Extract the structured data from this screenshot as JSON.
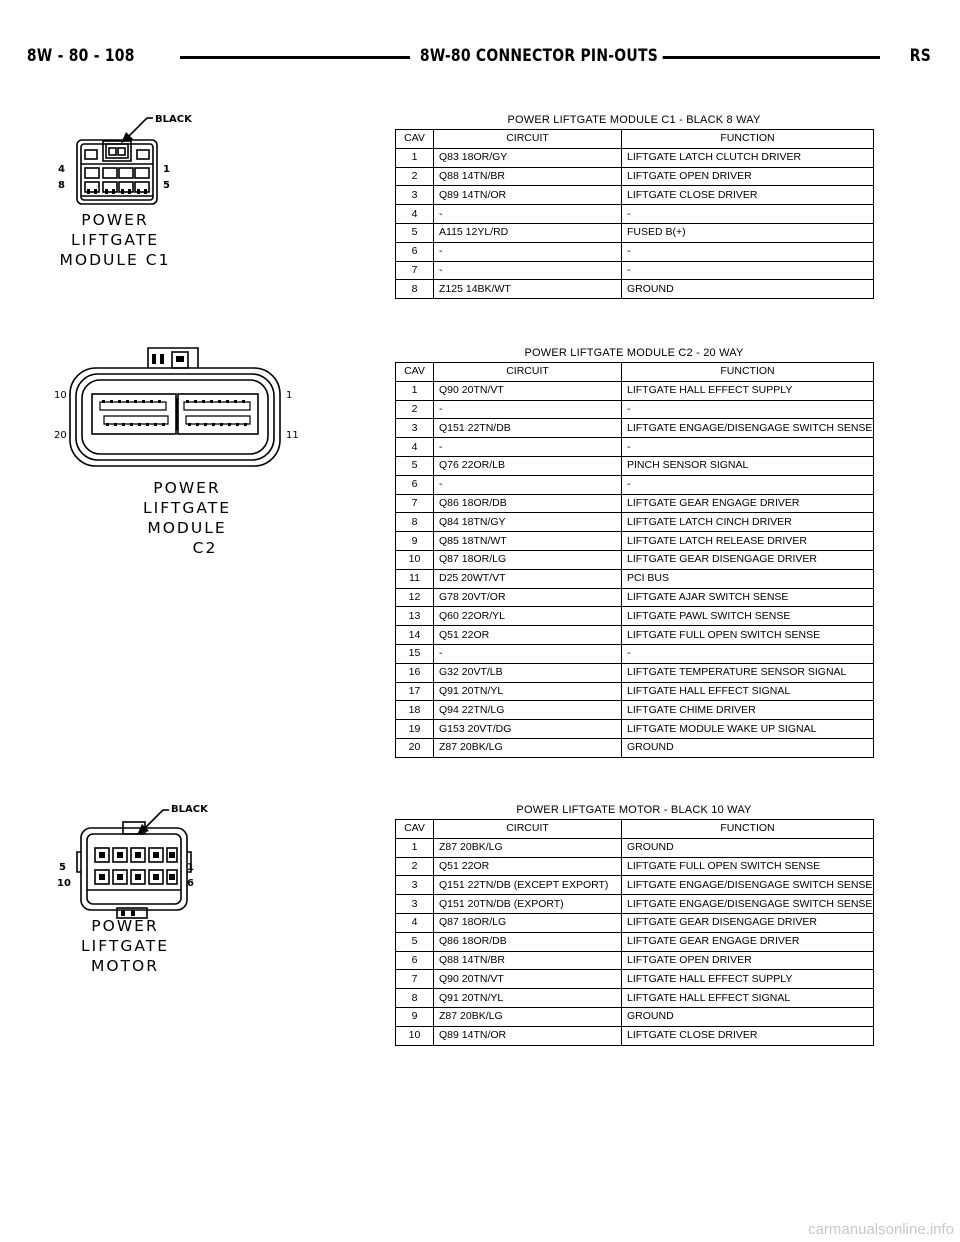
{
  "header": {
    "left": "8W - 80 - 108",
    "center": "8W-80 CONNECTOR PIN-OUTS",
    "right": "RS"
  },
  "connectors": {
    "c1": {
      "title": "POWER LIFTGATE MODULE C1 - BLACK 8 WAY",
      "label_lines": [
        "POWER",
        "LIFTGATE",
        "MODULE C1"
      ],
      "color_label": "BLACK",
      "pins": [
        "4",
        "1",
        "8",
        "5"
      ]
    },
    "c2": {
      "title": "POWER LIFTGATE MODULE C2 - 20 WAY",
      "label_lines": [
        "POWER",
        "LIFTGATE",
        "MODULE",
        "C2"
      ],
      "pins": [
        "10",
        "1",
        "20",
        "11"
      ]
    },
    "motor": {
      "title": "POWER LIFTGATE MOTOR - BLACK 10 WAY",
      "label_lines": [
        "POWER",
        "LIFTGATE",
        "MOTOR"
      ],
      "color_label": "BLACK",
      "pins": [
        "5",
        "1",
        "10",
        "6"
      ]
    }
  },
  "columns": [
    "CAV",
    "CIRCUIT",
    "FUNCTION"
  ],
  "tables": {
    "c1": [
      [
        "1",
        "Q83 18OR/GY",
        "LIFTGATE LATCH CLUTCH DRIVER"
      ],
      [
        "2",
        "Q88 14TN/BR",
        "LIFTGATE OPEN DRIVER"
      ],
      [
        "3",
        "Q89 14TN/OR",
        "LIFTGATE CLOSE DRIVER"
      ],
      [
        "4",
        "-",
        "-"
      ],
      [
        "5",
        "A115 12YL/RD",
        "FUSED B(+)"
      ],
      [
        "6",
        "-",
        "-"
      ],
      [
        "7",
        "-",
        "-"
      ],
      [
        "8",
        "Z125 14BK/WT",
        "GROUND"
      ]
    ],
    "c2": [
      [
        "1",
        "Q90 20TN/VT",
        "LIFTGATE HALL EFFECT SUPPLY"
      ],
      [
        "2",
        "-",
        "-"
      ],
      [
        "3",
        "Q151 22TN/DB",
        "LIFTGATE ENGAGE/DISENGAGE SWITCH SENSE"
      ],
      [
        "4",
        "-",
        "-"
      ],
      [
        "5",
        "Q76 22OR/LB",
        "PINCH SENSOR SIGNAL"
      ],
      [
        "6",
        "-",
        "-"
      ],
      [
        "7",
        "Q86 18OR/DB",
        "LIFTGATE GEAR ENGAGE DRIVER"
      ],
      [
        "8",
        "Q84 18TN/GY",
        "LIFTGATE LATCH CINCH DRIVER"
      ],
      [
        "9",
        "Q85 18TN/WT",
        "LIFTGATE LATCH RELEASE DRIVER"
      ],
      [
        "10",
        "Q87 18OR/LG",
        "LIFTGATE GEAR DISENGAGE DRIVER"
      ],
      [
        "11",
        "D25 20WT/VT",
        "PCI BUS"
      ],
      [
        "12",
        "G78 20VT/OR",
        "LIFTGATE AJAR SWITCH SENSE"
      ],
      [
        "13",
        "Q60 22OR/YL",
        "LIFTGATE PAWL SWITCH SENSE"
      ],
      [
        "14",
        "Q51 22OR",
        "LIFTGATE FULL OPEN SWITCH SENSE"
      ],
      [
        "15",
        "-",
        "-"
      ],
      [
        "16",
        "G32 20VT/LB",
        "LIFTGATE TEMPERATURE SENSOR SIGNAL"
      ],
      [
        "17",
        "Q91 20TN/YL",
        "LIFTGATE HALL EFFECT SIGNAL"
      ],
      [
        "18",
        "Q94 22TN/LG",
        "LIFTGATE CHIME DRIVER"
      ],
      [
        "19",
        "G153 20VT/DG",
        "LIFTGATE MODULE WAKE UP SIGNAL"
      ],
      [
        "20",
        "Z87 20BK/LG",
        "GROUND"
      ]
    ],
    "motor": [
      [
        "1",
        "Z87 20BK/LG",
        "GROUND"
      ],
      [
        "2",
        "Q51 22OR",
        "LIFTGATE FULL OPEN SWITCH SENSE"
      ],
      [
        "3",
        "Q151 22TN/DB (EXCEPT EXPORT)",
        "LIFTGATE ENGAGE/DISENGAGE SWITCH SENSE"
      ],
      [
        "3",
        "Q151 20TN/DB (EXPORT)",
        "LIFTGATE ENGAGE/DISENGAGE SWITCH SENSE"
      ],
      [
        "4",
        "Q87 18OR/LG",
        "LIFTGATE GEAR DISENGAGE DRIVER"
      ],
      [
        "5",
        "Q86 18OR/DB",
        "LIFTGATE GEAR ENGAGE DRIVER"
      ],
      [
        "6",
        "Q88 14TN/BR",
        "LIFTGATE OPEN DRIVER"
      ],
      [
        "7",
        "Q90 20TN/VT",
        "LIFTGATE HALL EFFECT SUPPLY"
      ],
      [
        "8",
        "Q91 20TN/YL",
        "LIFTGATE HALL EFFECT SIGNAL"
      ],
      [
        "9",
        "Z87 20BK/LG",
        "GROUND"
      ],
      [
        "10",
        "Q89 14TN/OR",
        "LIFTGATE CLOSE DRIVER"
      ]
    ]
  },
  "watermark": "carmanualsonline.info"
}
